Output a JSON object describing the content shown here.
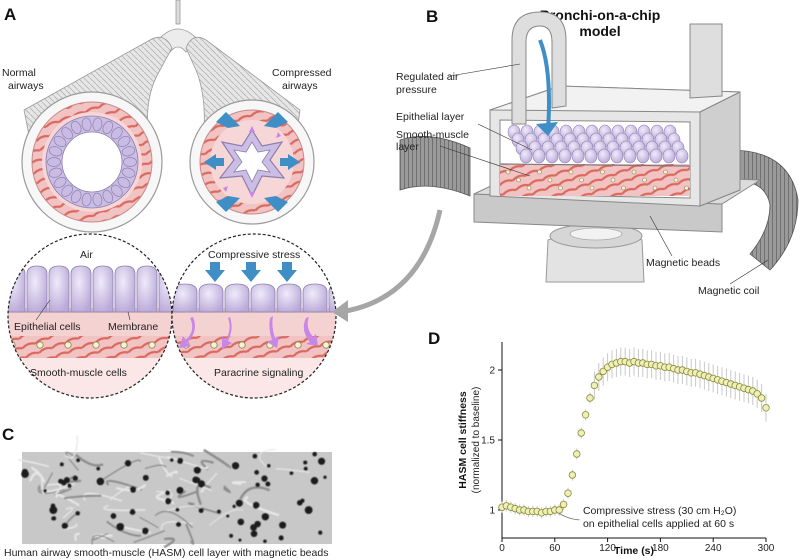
{
  "panels": {
    "a": "A",
    "b": "B",
    "c": "C",
    "d": "D"
  },
  "panel_a": {
    "normal": [
      "Normal",
      "airways"
    ],
    "compressed": [
      "Compressed",
      "airways"
    ],
    "zoom_left": {
      "air": "Air",
      "epithelial": "Epithelial cells",
      "membrane": "Membrane",
      "smooth_muscle": "Smooth-muscle cells"
    },
    "zoom_right": {
      "stress": "Compressive stress",
      "paracrine": "Paracrine signaling"
    }
  },
  "panel_b": {
    "title": [
      "Bronchi-on-a-chip",
      "model"
    ],
    "pressure": [
      "Regulated air",
      "pressure"
    ],
    "epithelial": "Epithelial layer",
    "smooth": [
      "Smooth-muscle",
      "layer"
    ],
    "beads": "Magnetic beads",
    "coil": "Magnetic coil"
  },
  "panel_c": {
    "caption": "Human airway smooth-muscle (HASM) cell layer with magnetic beads"
  },
  "chart_data": {
    "type": "scatter",
    "ylabel": [
      "HASM cell stiffness",
      "(normalized to baseline)"
    ],
    "xlabel": "Time (s)",
    "xlim": [
      0,
      300
    ],
    "ylim": [
      0.8,
      2.2
    ],
    "xticks": [
      0,
      60,
      120,
      180,
      240,
      300
    ],
    "yticks": [
      1,
      1.5,
      2
    ],
    "annotation": [
      "Compressive stress (30 cm H₂O)",
      "on epithelial cells applied at 60 s"
    ],
    "marker_color": "#eef0b8",
    "x": [
      0,
      5,
      10,
      15,
      20,
      25,
      30,
      35,
      40,
      45,
      50,
      55,
      60,
      65,
      70,
      75,
      80,
      85,
      90,
      95,
      100,
      105,
      110,
      115,
      120,
      125,
      130,
      135,
      140,
      145,
      150,
      155,
      160,
      165,
      170,
      175,
      180,
      185,
      190,
      195,
      200,
      205,
      210,
      215,
      220,
      225,
      230,
      235,
      240,
      245,
      250,
      255,
      260,
      265,
      270,
      275,
      280,
      285,
      290,
      295,
      300
    ],
    "y": [
      1.02,
      1.03,
      1.02,
      1.01,
      1.0,
      1.0,
      0.99,
      0.99,
      0.99,
      0.98,
      0.99,
      0.99,
      1.0,
      1.0,
      1.04,
      1.12,
      1.25,
      1.4,
      1.55,
      1.68,
      1.8,
      1.89,
      1.95,
      1.99,
      2.02,
      2.04,
      2.05,
      2.06,
      2.06,
      2.05,
      2.06,
      2.05,
      2.05,
      2.04,
      2.04,
      2.03,
      2.03,
      2.02,
      2.02,
      2.01,
      2.0,
      2.0,
      1.99,
      1.98,
      1.98,
      1.97,
      1.96,
      1.95,
      1.94,
      1.93,
      1.92,
      1.91,
      1.9,
      1.89,
      1.88,
      1.87,
      1.86,
      1.85,
      1.83,
      1.8,
      1.73
    ]
  }
}
